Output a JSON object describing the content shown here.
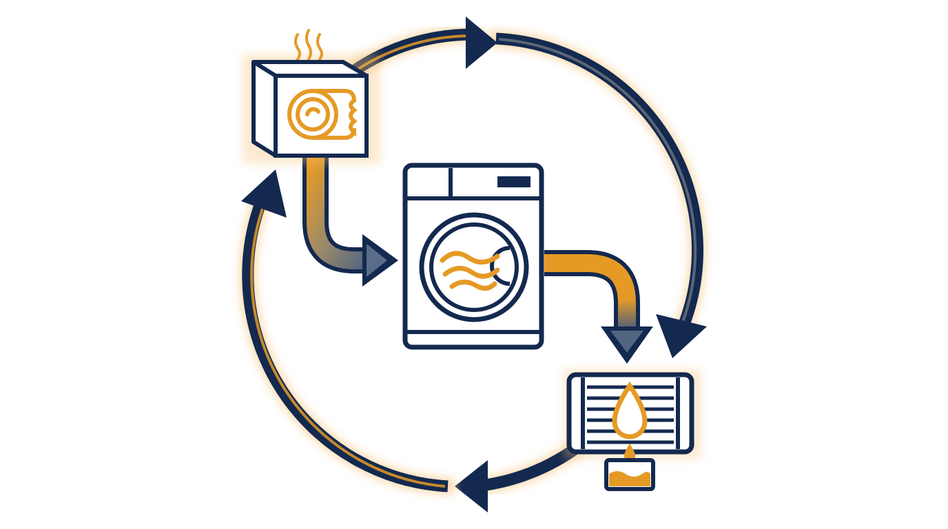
{
  "diagram": {
    "type": "heat-pump-dryer-cycle",
    "nodes": [
      {
        "id": "heat-exchanger",
        "icon": "heating-coil-box-icon",
        "label": ""
      },
      {
        "id": "dryer-drum",
        "icon": "washing-machine-icon",
        "label": ""
      },
      {
        "id": "condenser",
        "icon": "water-drop-condenser-icon",
        "label": ""
      }
    ],
    "edges": [
      {
        "from": "heat-exchanger",
        "to": "dryer-drum",
        "style": "hot-air"
      },
      {
        "from": "dryer-drum",
        "to": "condenser",
        "style": "moist-air"
      },
      {
        "from": "heat-exchanger",
        "to": "condenser",
        "style": "cycle-arc"
      },
      {
        "from": "condenser",
        "to": "heat-exchanger",
        "style": "cycle-arc"
      }
    ],
    "colors": {
      "navy": "#13294f",
      "amber": "#e59a26",
      "glow": "#f6c37a",
      "background": "#ffffff"
    }
  }
}
